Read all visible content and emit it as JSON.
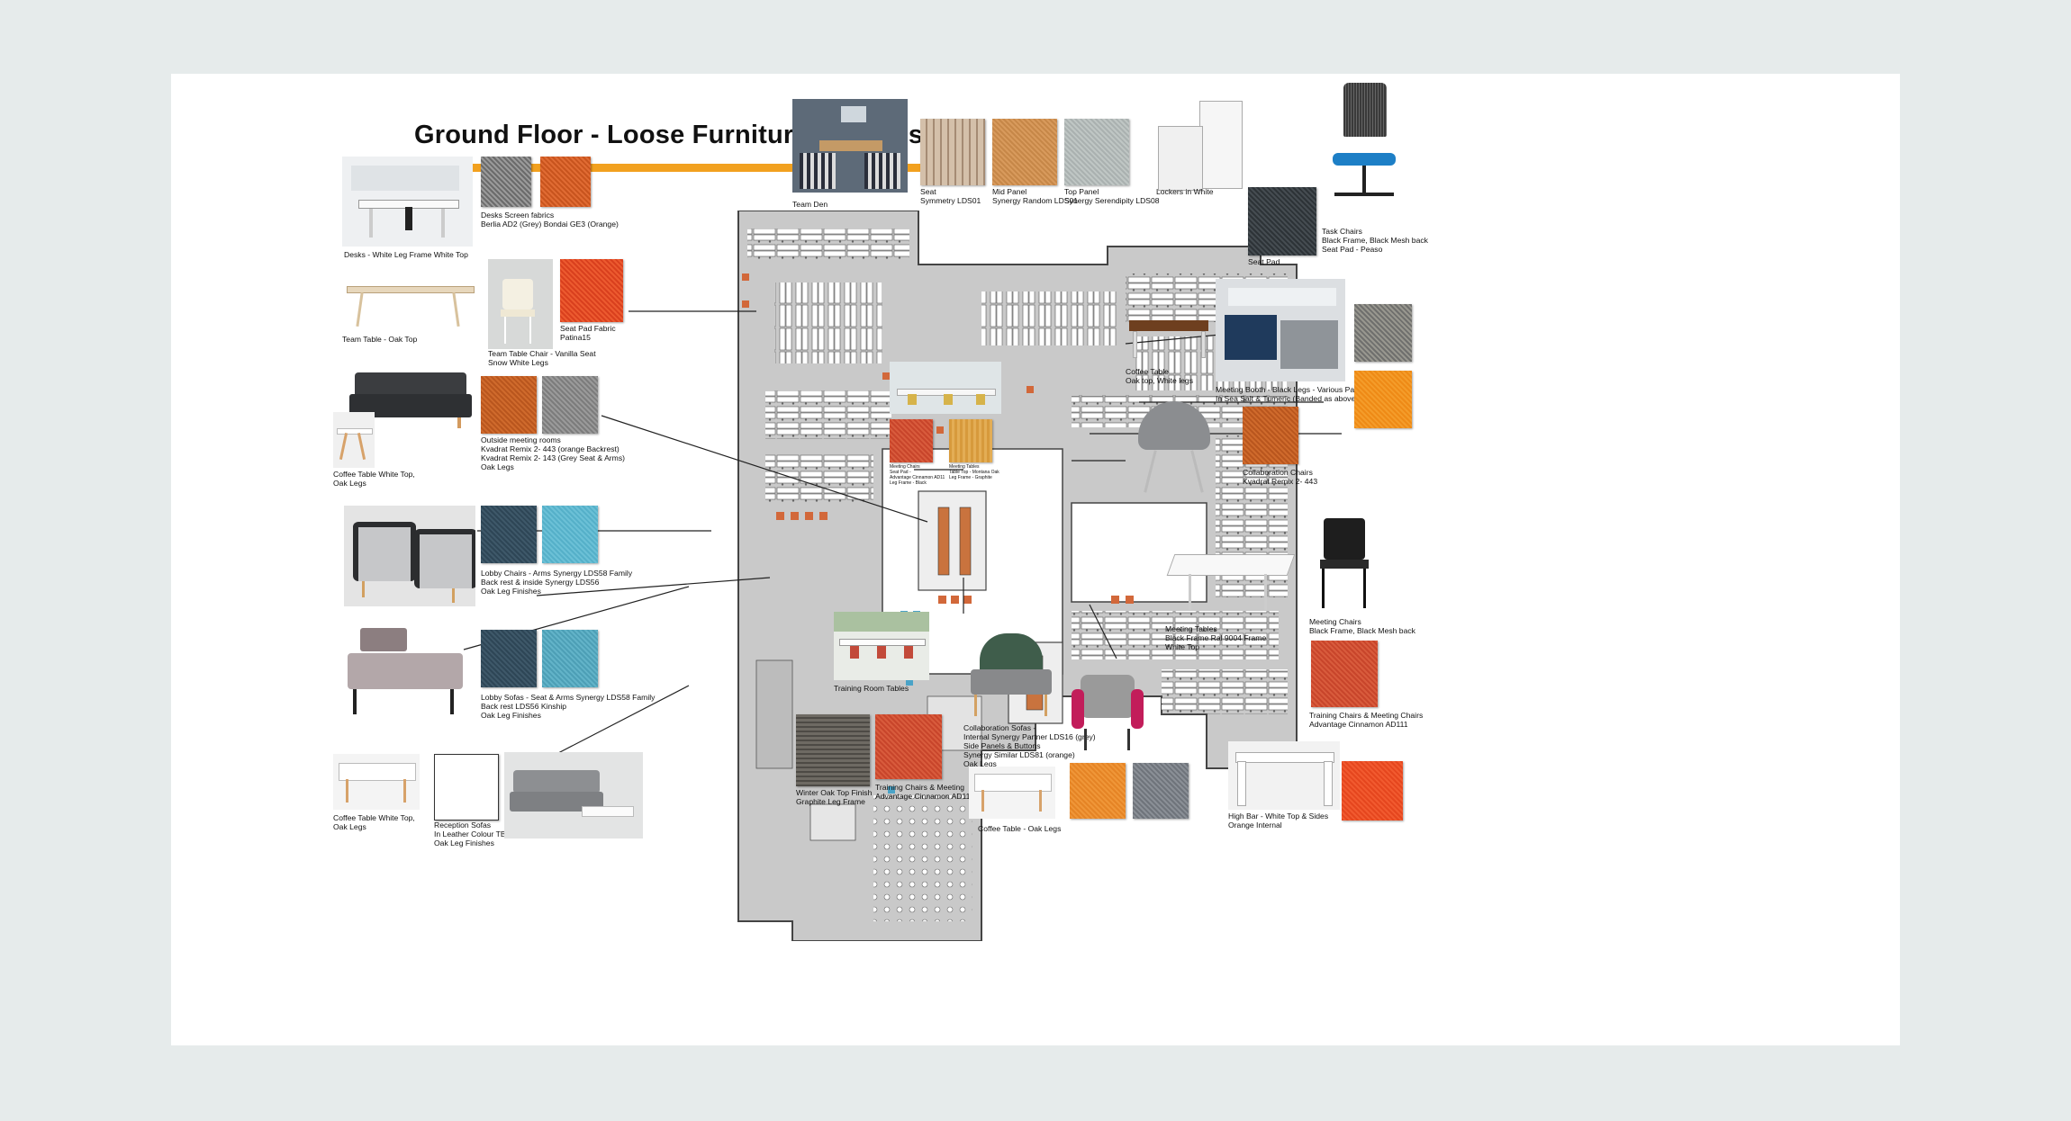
{
  "title": "Ground Floor - Loose Furniture Finishes",
  "colors": {
    "accent_rule": "#f2a11f",
    "background": "#e6ebeb",
    "sheet": "#ffffff",
    "plan_fill": "#c9c9c9"
  },
  "captions": {
    "desks": "Desks - White Leg Frame White Top",
    "screen_fabrics": "Desks Screen fabrics\nBerlia AD2 (Grey) Bondai GE3 (Orange)",
    "team_table": "Team Table - Oak Top",
    "seat_pad_fabric": "Seat Pad Fabric\nPatina15",
    "team_table_chair": "Team Table Chair - Vanilla Seat\nSnow White Legs",
    "coffee_table_1": "Coffee Table White Top,\nOak Legs",
    "outside_meeting": "Outside meeting rooms\nKvadrat Remix 2- 443 (orange Backrest)\nKvadrat Remix 2- 143 (Grey Seat & Arms)\nOak Legs",
    "lobby_chairs": "Lobby Chairs - Arms Synergy LDS58 Family\nBack rest & inside Synergy LDS56\nOak Leg Finishes",
    "lobby_sofas": "Lobby Sofas - Seat & Arms Synergy LDS58 Family\nBack rest  LDS56 Kinship\nOak Leg Finishes",
    "coffee_table_2": "Coffee Table White Top,\nOak  Legs",
    "reception_sofas": "Reception Sofas\nIn Leather Colour TBC\nOak Leg Finishes",
    "team_den": "Team Den",
    "seat": "Seat\nSymmetry LDS01",
    "mid_panel": "Mid Panel\nSynergy Random LDS01",
    "top_panel": "Top Panel\nSynergy Serendipity LDS08",
    "lockers": "Lockers in White",
    "seat_pad": "Seat Pad",
    "task_chairs": "Task Chairs\nBlack Frame, Black Mesh back\nSeat Pad - Peaso",
    "coffee_table_oak": "Coffee Table\nOak top, White legs",
    "meeting_booth": "Meeting Booth - Black Legs - Various Panels\nIn Sea Salt  & Tumeric (Banded as above)",
    "meeting_chairs_small": "Meeting Chairs\nSeat Pad -\nAdvantage Cinnamon AD11\nLeg Frame - Black",
    "meeting_tables_small": "Meeting Tables\nTable Top - Montana Oak\nLeg Frame - Graphite",
    "collab_chairs": "Collaboration Chairs\nKvadrat Remix 2- 443",
    "training_room_tables": "Training Room Tables",
    "winter_oak": "Winter Oak Top Finish\nGraphite Leg Frame",
    "training_chairs_meeting": "Training Chairs & Meeting\nAdvantage Cinnamon AD111",
    "collab_sofas": "Collaboration Sofas -\nInternal Synergy Partner LDS16 (grey)\nSide Panels & Buttons\nSynergy Similar LDS81 (orange)\nOak Legs",
    "coffee_table_oak_legs": "Coffee Table - Oak Legs",
    "meeting_tables": "Meeting Tables\nBlack Frame Ral 9004 Frame\nWhite Top",
    "meeting_chairs": "Meeting Chairs\nBlack Frame, Black Mesh back",
    "training_chairs": "Training Chairs & Meeting Chairs\nAdvantage Cinnamon AD111",
    "high_bar": "High Bar - White Top & Sides\nOrange Internal"
  }
}
